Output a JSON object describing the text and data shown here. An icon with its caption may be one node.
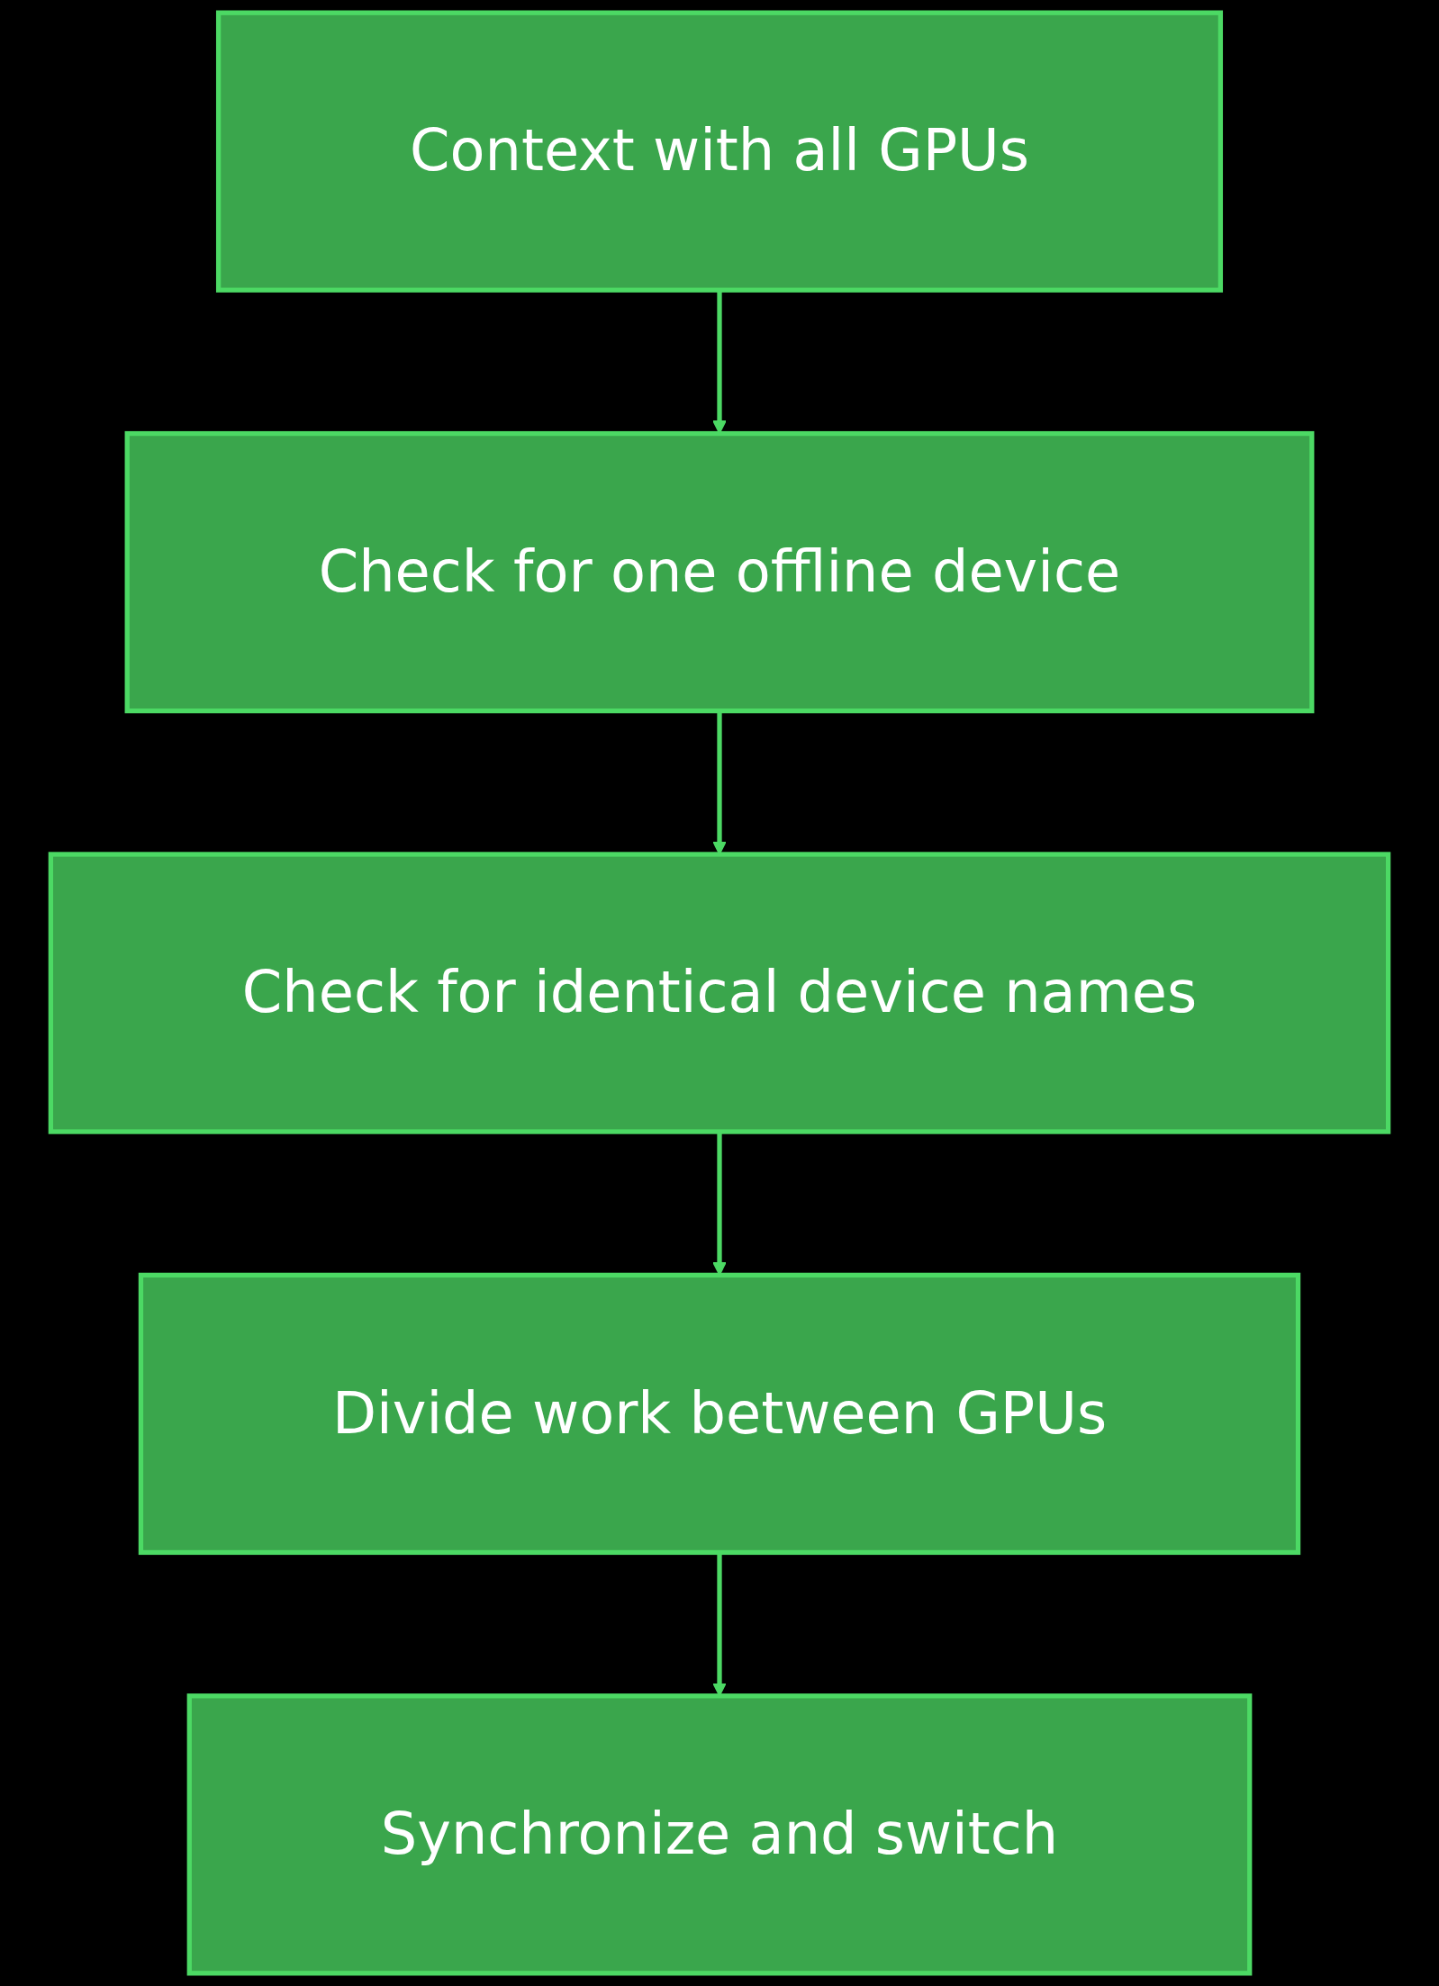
{
  "diagram": {
    "nodes": [
      {
        "text": [
          "Context with all GPUs"
        ]
      },
      {
        "text": [
          "Check for one offline device"
        ]
      },
      {
        "text": [
          "Check for identical device names"
        ]
      },
      {
        "text": [
          "Divide work between GPUs"
        ]
      },
      {
        "text": [
          "Synchronize and switch"
        ]
      }
    ],
    "edges": [
      {
        "from": 0,
        "to": 1,
        "arrow": "to"
      },
      {
        "from": 1,
        "to": 2,
        "arrow": "to"
      },
      {
        "from": 2,
        "to": 3,
        "arrow": "to"
      },
      {
        "from": 3,
        "to": 4,
        "arrow": "to"
      }
    ]
  }
}
